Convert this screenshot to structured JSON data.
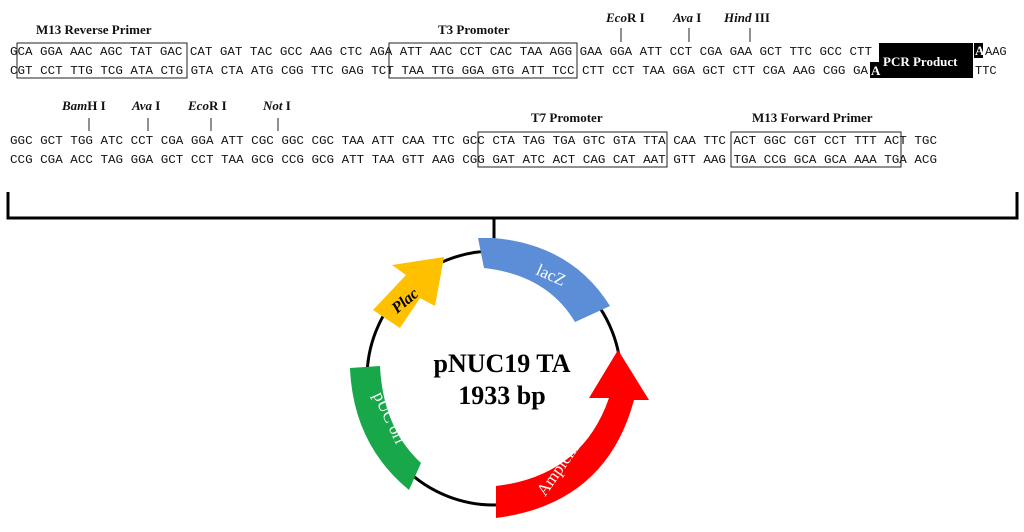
{
  "sequence": {
    "row1_top": "GCA GGA AAC AGC TAT GAC CAT GAT TAC GCC AAG CTC AGA ATT AAC CCT CAC TAA AGG GAA GGA ATT CCT CGA GAA GCT TTC GCC CTT",
    "row1_bottom": "CGT CCT TTG TCG ATA CTG GTA CTA ATG CGG TTC GAG TCT TAA TTG GGA GTG ATT TCC CTT CCT TAA GGA GCT CTT CGA AAG CGG GA",
    "row1_top_end": "AAG",
    "row1_bottom_end": "TTC",
    "overhang_top": "A",
    "overhang_bottom": "A",
    "row2_top": "GGC GCT TGG ATC CCT CGA GGA ATT CGC GGC CGC TAA ATT CAA TTC GCC CTA TAG TGA GTC GTA TTA CAA TTC ACT GGC CGT CCT TTT ACT TGC",
    "row2_bottom": "CCG CGA ACC TAG GGA GCT CCT TAA GCG CCG GCG ATT TAA GTT AAG CGG GAT ATC ACT CAG CAT AAT GTT AAG TGA CCG GCA GCA AAA TGA ACG"
  },
  "labels": {
    "m13_reverse": "M13 Reverse Primer",
    "t3_promoter": "T3 Promoter",
    "ecori_1": {
      "italic": "Eco",
      "rest": "R I"
    },
    "ava_1": {
      "italic": "Ava",
      "rest": " I"
    },
    "hindiii": {
      "italic": "Hind",
      "rest": " III"
    },
    "pcr_product": "PCR Product",
    "bamhi": {
      "italic": "Bam",
      "rest": "H I"
    },
    "ava_2": {
      "italic": "Ava",
      "rest": " I"
    },
    "ecori_2": {
      "italic": "Eco",
      "rest": "R I"
    },
    "noti": {
      "italic": "Not",
      "rest": " I"
    },
    "t7_promoter": "T7 Promoter",
    "m13_forward": "M13 Forward Primer"
  },
  "plasmid": {
    "name": "pNUC19 TA",
    "size": "1933 bp",
    "features": [
      {
        "name": "lacZ",
        "color": "#5b8ed6"
      },
      {
        "name": "Ampicillin",
        "color": "#ff0000"
      },
      {
        "name": "pUC ori",
        "color": "#18a84a"
      },
      {
        "name": "Plac",
        "color": "#ffc000"
      }
    ]
  }
}
